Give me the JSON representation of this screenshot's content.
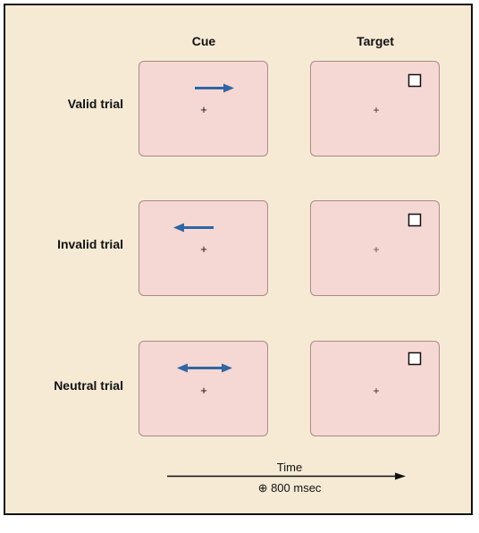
{
  "headers": {
    "cue": "Cue",
    "target": "Target"
  },
  "rows": [
    {
      "label": "Valid trial",
      "cue_arrow": "right-arrow-icon",
      "target": "square-icon"
    },
    {
      "label": "Invalid trial",
      "cue_arrow": "left-arrow-icon",
      "target": "square-icon"
    },
    {
      "label": "Neutral trial",
      "cue_arrow": "double-arrow-icon",
      "target": "square-icon"
    }
  ],
  "fixation": "+",
  "timeline": {
    "label": "Time",
    "duration": "⊕ 800 msec"
  },
  "colors": {
    "background": "#f6ead4",
    "panel": "#f5d7d4",
    "panel_border": "#a98b88",
    "arrow": "#2f66a3"
  }
}
